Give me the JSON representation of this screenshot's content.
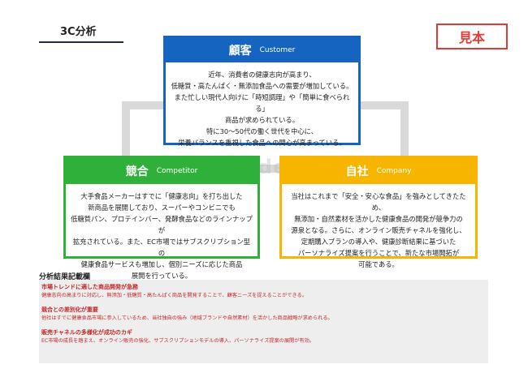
{
  "page": {
    "title": "3C分析",
    "stamp": "見本",
    "watermark": "hizodean"
  },
  "customer": {
    "title_jp": "顧客",
    "title_en": "Customer",
    "lines": [
      "近年、消費者の健康志向が高まり、",
      "低糖質・高たんぱく・無添加食品への需要が増加している。",
      "また忙しい現代人向けに「時短調理」や「簡単に食べられる」",
      "商品が求められている。",
      "特に30～50代の働く世代を中心に、",
      "栄養バランスを重視した食品への関心が高まっている。"
    ]
  },
  "competitor": {
    "title_jp": "競合",
    "title_en": "Competitor",
    "lines": [
      "大手食品メーカーはすでに「健康志向」を打ち出した",
      "新商品を展開しており、スーパーやコンビニでも",
      "低糖質パン、プロテインバー、発酵食品などのラインナップが",
      "拡充されている。また、EC市場ではサブスクリプション型の",
      "健康食品サービスも増加し、個別ニーズに応じた商品",
      "展開を行っている。"
    ]
  },
  "company": {
    "title_jp": "自社",
    "title_en": "Company",
    "lines": [
      "当社はこれまで「安全・安心な食品」を強みとしてきたため、",
      "無添加・自然素材を活かした健康食品の開発が競争力の",
      "源泉となる。さらに、オンライン販売チャネルを強化し、",
      "定期購入プランの導入や、健康診断結果に基づいた",
      "パーソナライズ提案を行うことで、新たな市場開拓が",
      "可能である。"
    ]
  },
  "results": {
    "label": "分析結果記載欄",
    "items": [
      {
        "title": "市場トレンドに適した商品開発が急務",
        "body": "健康志向の高まりに対応し、無添加・低糖質・高たんぱく商品を開発することで、顧客ニーズを捉えることができる。"
      },
      {
        "title": "競合との差別化が重要",
        "body": "他社はすでに健康食品市場に参入しているため、当社独自の強み（地域ブランドや自然素材）を活かした商品戦略が求められる。"
      },
      {
        "title": "販売チャネルの多様化が成功のカギ",
        "body": "EC市場の成長を踏まえ、オンライン販売の強化、サブスクリプションモデルの導入、パーソナライズ提案の展開が有効。"
      }
    ]
  }
}
